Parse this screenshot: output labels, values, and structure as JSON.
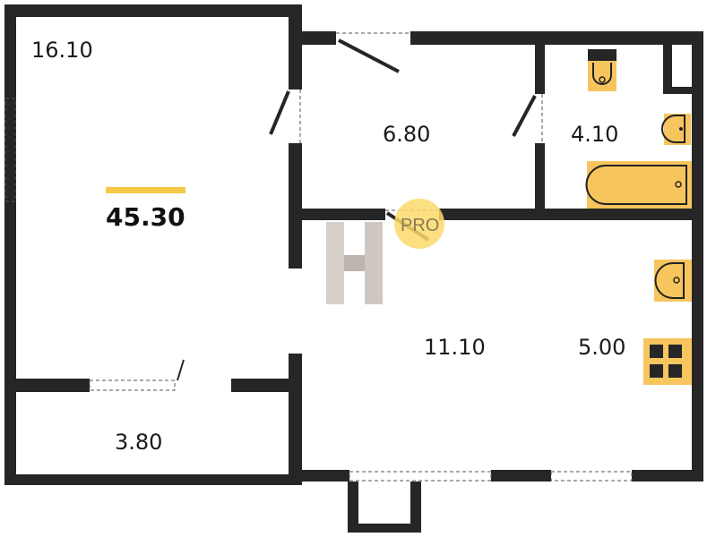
{
  "plan": {
    "total_area": "45.30",
    "rooms": [
      {
        "name": "room-living",
        "area": "16.10"
      },
      {
        "name": "room-bedroom",
        "area": "6.80"
      },
      {
        "name": "room-bathroom",
        "area": "4.10"
      },
      {
        "name": "room-kitchen-hall",
        "area": "11.10"
      },
      {
        "name": "room-kitchen",
        "area": "5.00"
      },
      {
        "name": "room-balcony",
        "area": "3.80"
      }
    ],
    "watermark": "PRO",
    "colors": {
      "wall": "#262626",
      "fixture": "#f7c55e",
      "accent": "#f5c84a",
      "watermark_circle": "#fbd96b"
    }
  }
}
